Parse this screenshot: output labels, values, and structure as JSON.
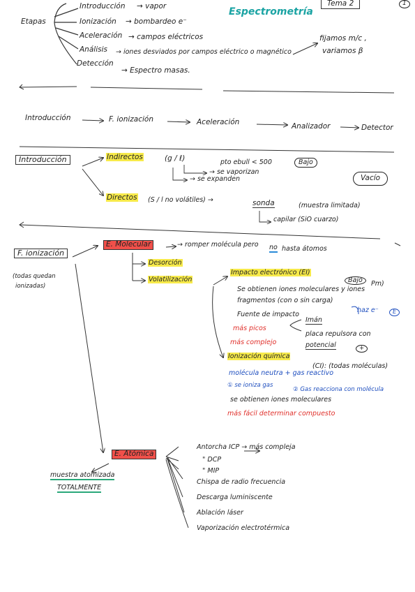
{
  "header": {
    "title": "Espectrometría",
    "tema": "Tema 2",
    "page_number": "1"
  },
  "etapas": {
    "label": "Etapas",
    "introduccion": "Introducción",
    "introduccion_result": "→ vapor",
    "ionizacion": "Ionización",
    "ionizacion_result": "→ bombardeo e⁻",
    "aceleracion": "Aceleración",
    "aceleracion_result": "→ campos eléctricos",
    "analisis": "Análisis",
    "analisis_result": "→ iones desviados por campos eléctrico o magnético",
    "deteccion": "Detección",
    "deteccion_result": "→ Espectro masas.",
    "fijamos": "fijamos m/c ,",
    "variamos": "variamos β"
  },
  "flow": {
    "introduccion": "Introducción",
    "f_ionizacion": "F. ionización",
    "aceleracion": "Aceleración",
    "analizador": "Analizador",
    "detector": "Detector"
  },
  "introduccion_section": {
    "box_label": "Introducción",
    "indirectos": "Indirectos",
    "indirectos_state": "(g / ℓ)",
    "pto_ebull": "pto ebull < 500",
    "bajo": "Bajo",
    "se_vaporizan": "→ se vaporizan",
    "se_expanden": "→ se expanden",
    "vacio": "Vacío",
    "directos": "Directos",
    "directos_state": "(S / l no volátiles) →",
    "sonda": "sonda",
    "muestra_limitada": "(muestra limitada)",
    "capilar": "capilar (SiO cuarzo)"
  },
  "fionizacion_section": {
    "box_label": "F. ionización",
    "note_line1": "(todas quedan",
    "note_line2": "ionizadas)",
    "e_molecular": "E. Molecular",
    "romper": "→ romper molécula pero",
    "no": "no",
    "hasta_atomos": "hasta átomos",
    "desorcion": "Desorción",
    "volatilizacion": "Volatilización",
    "impacto": "Impacto electrónico (EI)",
    "bajo": "Bajo",
    "pm": "Pm)",
    "se_obtienen": "Se obtienen iones moleculares y iones",
    "fragmentos": "fragmentos (con o sin carga)",
    "haz": "haz e⁻",
    "e_circle": "E",
    "fuente_de_impacto": "Fuente de impacto",
    "iman": "Imán",
    "placa": "placa repulsora con",
    "potencial": "potencial",
    "plus": "+",
    "mas_picos": "más picos",
    "mas_complejo": "más complejo",
    "ionizacion_quimica": "Ionización química",
    "ci": "(CI): (todas moléculas)",
    "molecula_neutra": "molécula neutra + gas reactivo",
    "step1": "① se ioniza gas",
    "step2": "② Gas reacciona con molécula",
    "se_obtienen_2": "se obtienen iones moleculares",
    "mas_facil": "más fácil determinar compuesto",
    "e_atomica": "E. Atómica",
    "muestra_line1": "muestra atomizada",
    "muestra_line2": "TOTALMENTE",
    "antorcha": "Antorcha ICP → más compleja",
    "dcp": "\"   DCP",
    "mip": "\"   MIP",
    "chispa": "Chispa de radio frecuencia",
    "descarga": "Descarga luminiscente",
    "ablacion": "Ablación láser",
    "vaporizacion": "Vaporización electrotérmica"
  }
}
